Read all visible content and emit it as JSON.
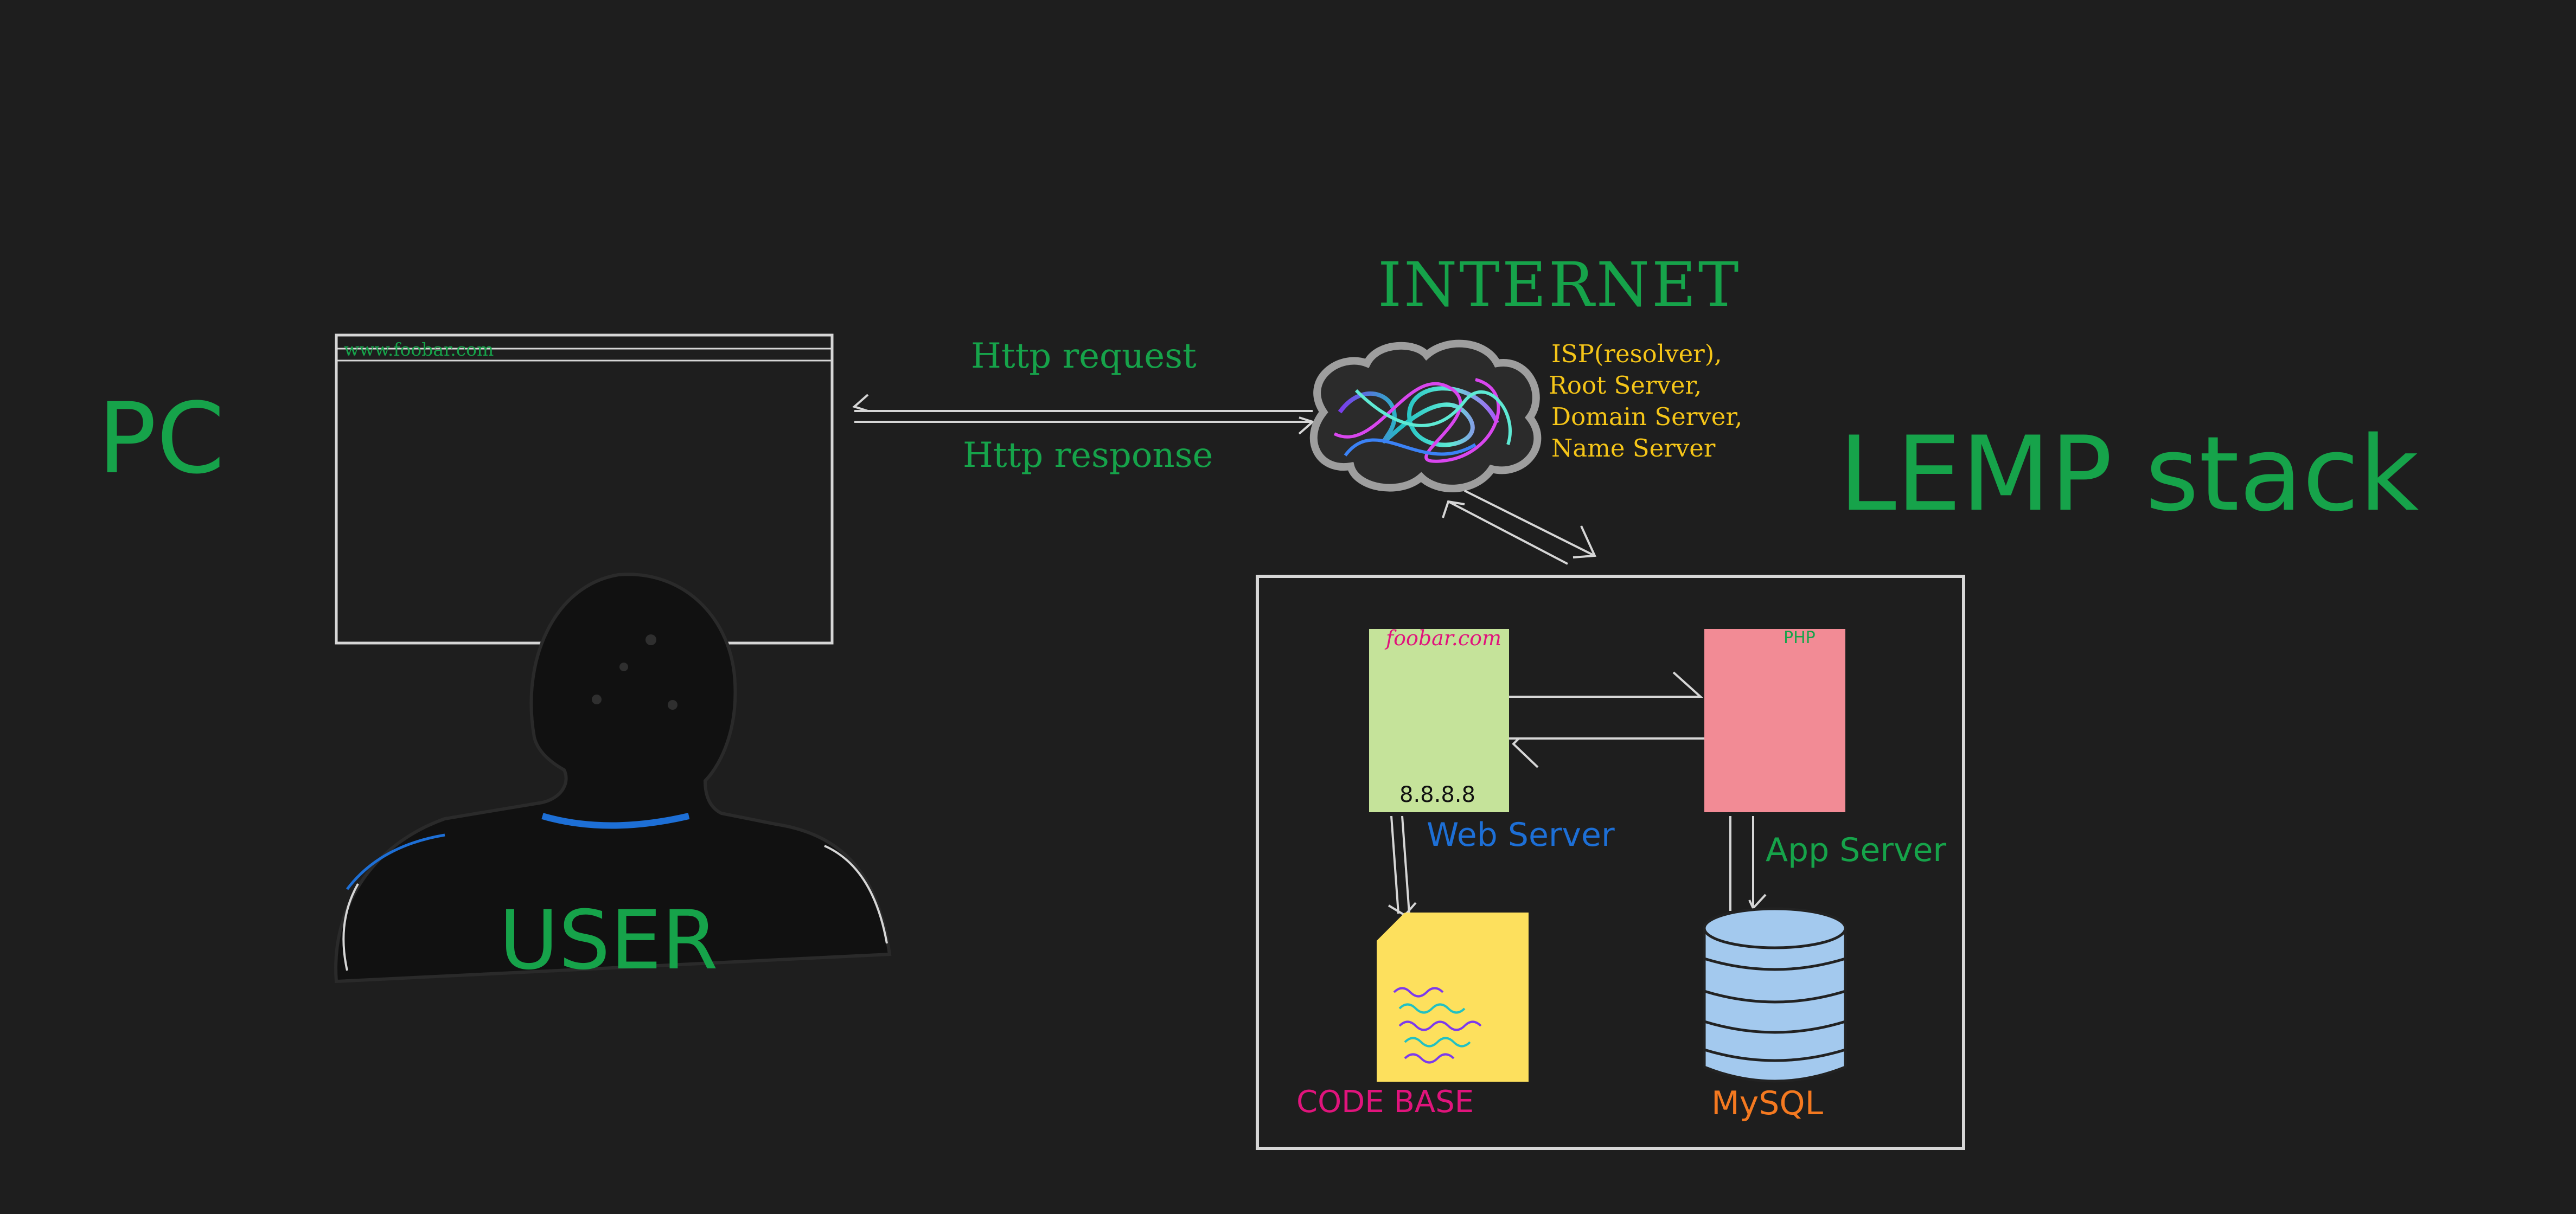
{
  "labels": {
    "pc": "PC",
    "user": "USER",
    "internet": "INTERNET",
    "lemp": "LEMP stack",
    "http_request": "Http request",
    "http_response": "Http response",
    "browser_url": "www.foobar.com",
    "dns_lines": [
      "ISP(resolver),",
      "Root Server,",
      "Domain Server,",
      "Name Server"
    ],
    "web_domain": "foobar.com",
    "web_ip": "8.8.8.8",
    "php": "PHP",
    "web_server": "Web Server",
    "app_server": "App Server",
    "code_base": "CODE BASE",
    "mysql": "MySQL"
  },
  "colors": {
    "background": "#1e1e1e",
    "green": "#16a34a",
    "yellow_text": "#f5c518",
    "blue": "#1d6fd6",
    "magenta": "#e0147c",
    "orange": "#f47920",
    "web_server_fill": "#c5e39a",
    "app_server_fill": "#f28b95",
    "codebase_fill": "#fde05d",
    "mysql_fill": "#a3c9ee",
    "line": "#d6d6d6"
  }
}
